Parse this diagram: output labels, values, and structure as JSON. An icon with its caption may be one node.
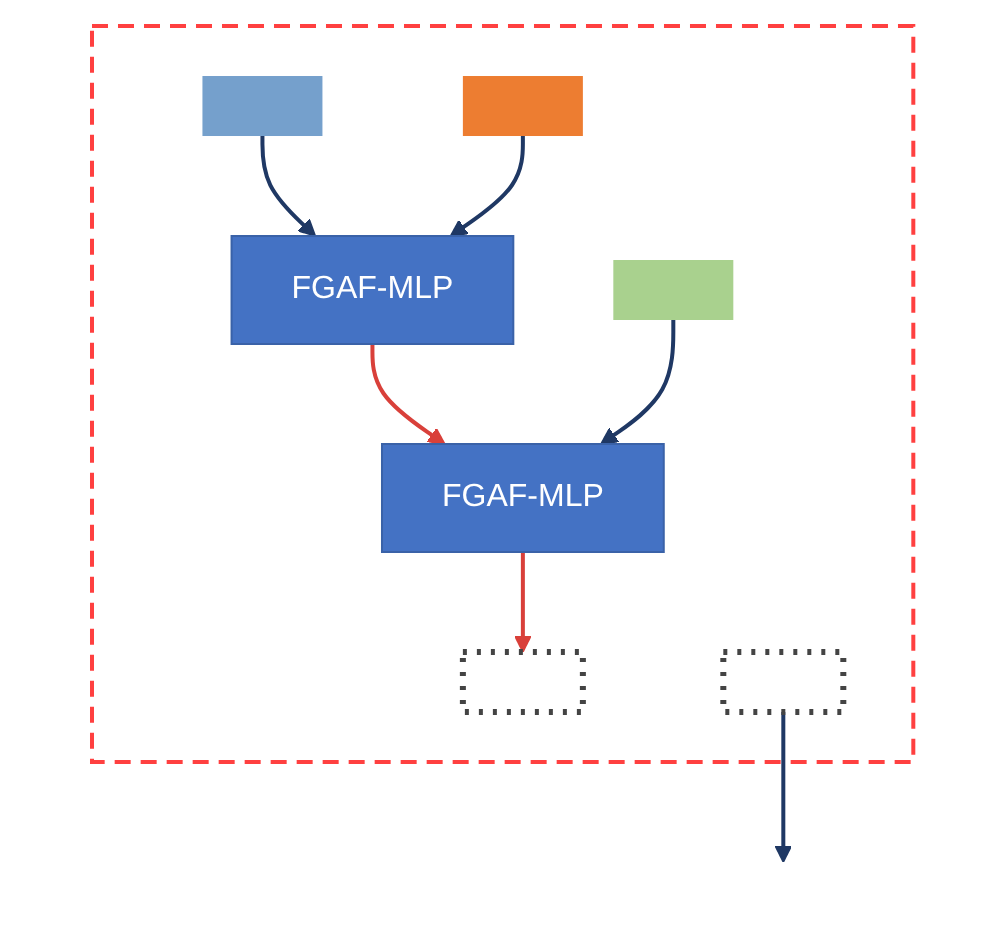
{
  "diagram": {
    "nodes": [
      {
        "text": [],
        "shape": "box"
      },
      {
        "text": [],
        "shape": "bar",
        "in": 0
      },
      {
        "text": [
          "FGAF-MLP"
        ],
        "in": 0
      },
      {
        "text": [],
        "shape": "bar",
        "in": 0
      },
      {
        "text": [
          "FGAF-MLP"
        ],
        "in": 0
      },
      {
        "text": [],
        "shape": "bar",
        "in": 0
      },
      {
        "text": [],
        "shape": "dots",
        "in": 0
      },
      {
        "text": [],
        "shape": "dots",
        "in": 0
      }
    ],
    "edges": [
      {
        "from": 1,
        "to": 2,
        "arrow": "to"
      },
      {
        "from": 3,
        "to": 2,
        "arrow": "to"
      },
      {
        "from": 2,
        "to": 4,
        "arrow": "to",
        "color": "#d9403a"
      },
      {
        "from": 5,
        "to": 4,
        "arrow": "to"
      },
      {
        "from": 4,
        "to": 6,
        "arrow": "to",
        "color": "#d9403a"
      },
      {
        "from": 7,
        "to": null,
        "arrow": "to"
      }
    ]
  }
}
